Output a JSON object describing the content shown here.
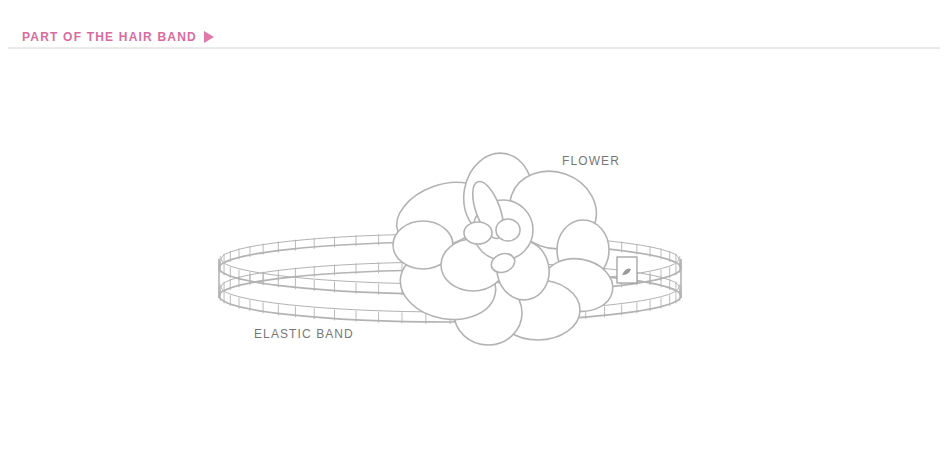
{
  "diagram": {
    "title": "PART OF THE HAIR BAND",
    "labels": [
      "FLOWER",
      "ELASTIC BAND"
    ]
  }
}
